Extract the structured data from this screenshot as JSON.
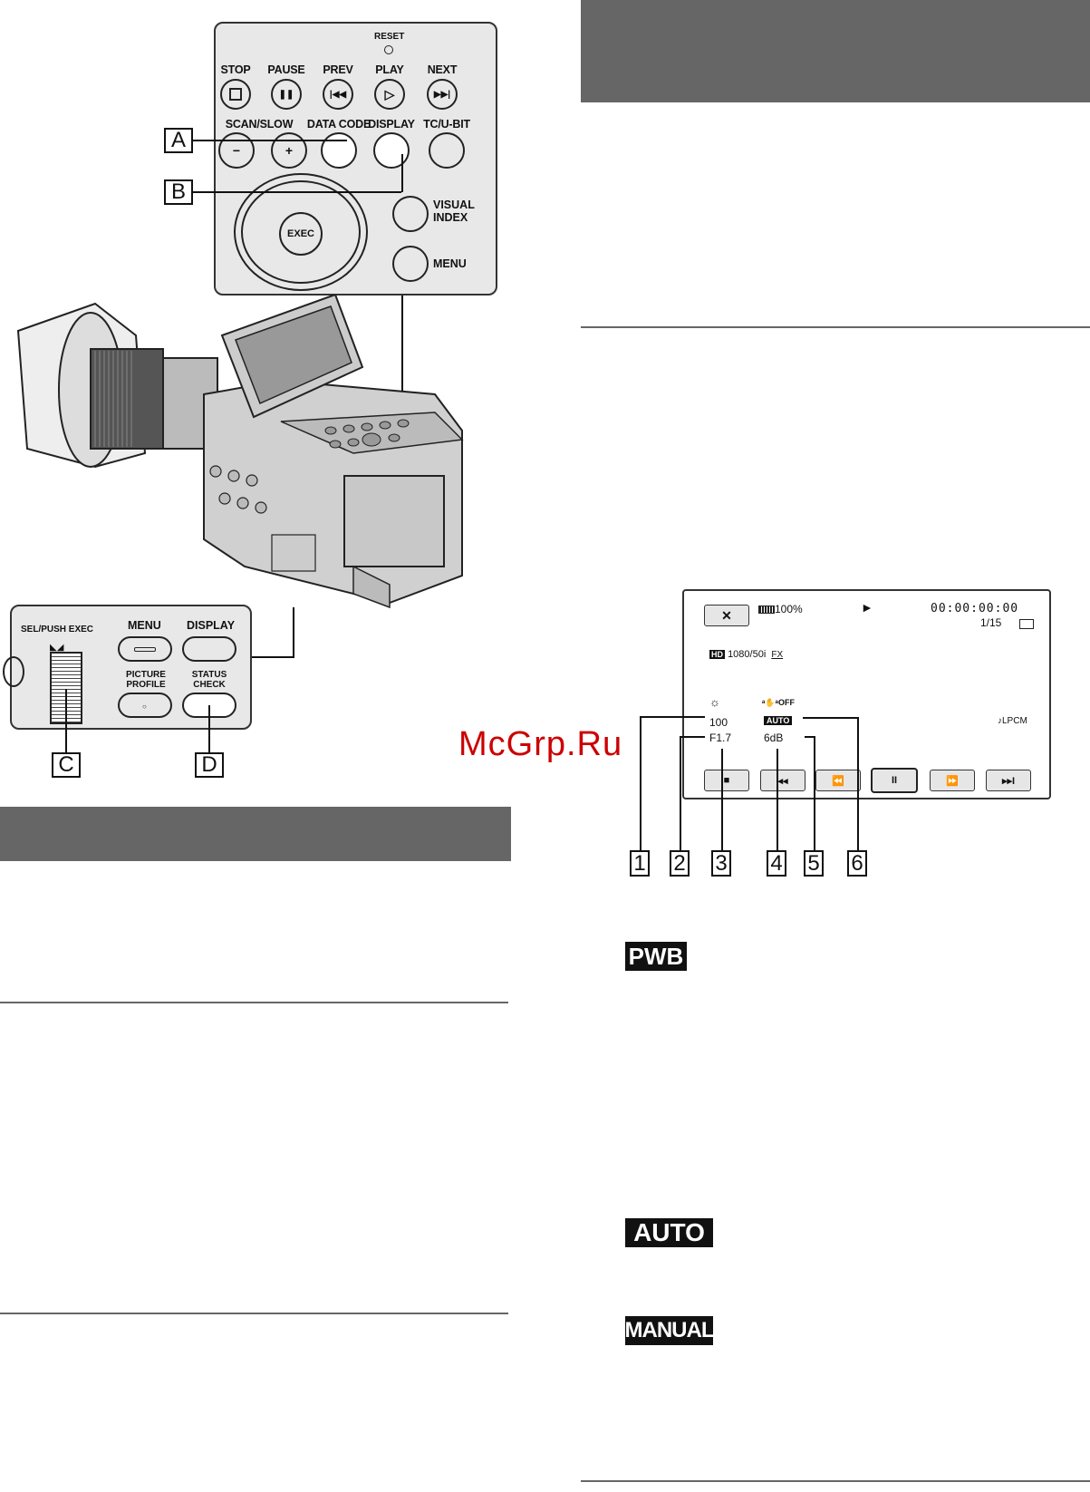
{
  "top_panel": {
    "reset": "RESET",
    "row1": [
      "STOP",
      "PAUSE",
      "PREV",
      "PLAY",
      "NEXT"
    ],
    "row2": [
      "SCAN/SLOW",
      "DATA CODE",
      "DISPLAY",
      "TC/U-BIT"
    ],
    "exec": "EXEC",
    "visual_index": [
      "VISUAL",
      "INDEX"
    ],
    "menu": "MENU"
  },
  "callouts": {
    "a": "A",
    "b": "B",
    "c": "C",
    "d": "D"
  },
  "bottom_panel": {
    "sel_push_exec": "SEL/PUSH EXEC",
    "menu": "MENU",
    "display": "DISPLAY",
    "picture_profile": [
      "PICTURE",
      "PROFILE"
    ],
    "status_check": [
      "STATUS",
      "CHECK"
    ]
  },
  "screen": {
    "close": "✕",
    "battery": "100%",
    "play_status": "►",
    "timecode": "00:00:00:00",
    "counter": "1/15",
    "format_hd": "HD",
    "format": "1080/50i",
    "fx": "FX",
    "steady_off": "OFF",
    "shutter": "100",
    "iris": "F1.7",
    "auto_badge": "AUTO",
    "gain": "6dB",
    "audio": "♪LPCM",
    "controls": [
      "■",
      "◂◂",
      "⏪",
      "II",
      "⏩",
      "▸▸I"
    ]
  },
  "legend_numbers": [
    "1",
    "2",
    "3",
    "4",
    "5",
    "6"
  ],
  "icons": {
    "pwb": "PWB",
    "auto": "AUTO",
    "manual": "MANUAL"
  },
  "watermark": "McGrp.Ru"
}
